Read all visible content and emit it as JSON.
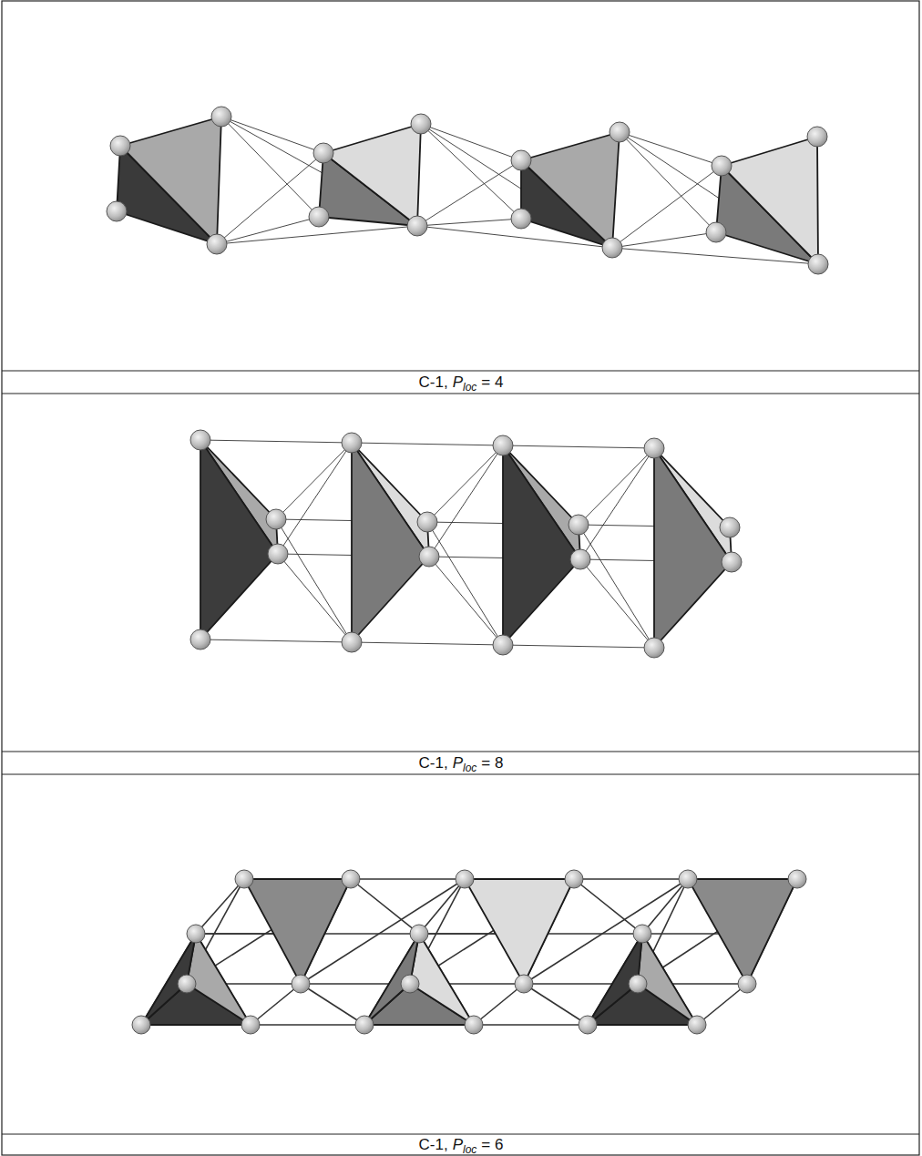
{
  "diagram": {
    "labels": [
      "C-1,",
      "P",
      "loc",
      "= 4",
      "C-1,",
      "P",
      "loc",
      "= 8",
      "C-1,",
      "P",
      "loc",
      "= 6"
    ]
  }
}
